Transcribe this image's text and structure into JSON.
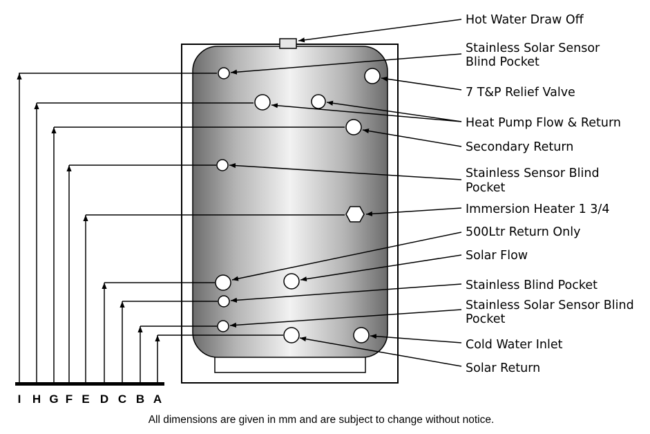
{
  "labels": {
    "hot_water_draw_off": "Hot Water Draw Off",
    "solar_sensor_pocket_top_1": "Stainless Solar Sensor",
    "solar_sensor_pocket_top_2": "Blind Pocket",
    "tp_relief_valve": "7 T&P Relief Valve",
    "heat_pump_flow_return": "Heat Pump Flow & Return",
    "secondary_return": "Secondary Return",
    "sensor_pocket_1": "Stainless Sensor Blind",
    "sensor_pocket_2": "Pocket",
    "immersion_heater": "Immersion Heater 1 3/4",
    "return_500ltr": "500Ltr Return Only",
    "solar_flow": "Solar Flow",
    "blind_pocket": "Stainless Blind Pocket",
    "solar_sensor_pocket_bottom_1": "Stainless Solar Sensor Blind",
    "solar_sensor_pocket_bottom_2": "Pocket",
    "cold_water_inlet": "Cold Water Inlet",
    "solar_return": "Solar Return"
  },
  "dimension_letters": [
    "I",
    "H",
    "G",
    "F",
    "E",
    "D",
    "C",
    "B",
    "A"
  ],
  "footnote": "All dimensions are given in mm and are subject to change without notice."
}
